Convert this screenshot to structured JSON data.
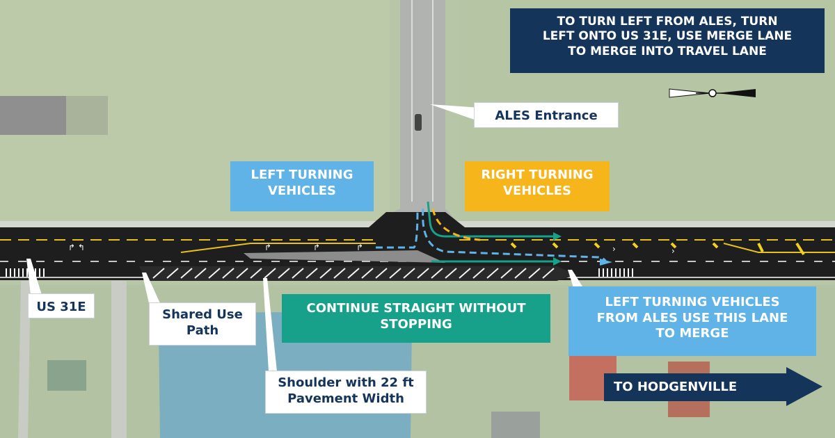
{
  "colors": {
    "navy": "#14345a",
    "sky_blue": "#5fb3e6",
    "amber": "#f5b51b",
    "teal": "#17a08a",
    "asphalt": "#1e1e1e",
    "grass": "#b9c7a8"
  },
  "callouts": {
    "turn_left_instruction": {
      "lines": [
        "TO TURN LEFT FROM ALES, TURN",
        "LEFT ONTO US 31E, USE MERGE LANE",
        "TO MERGE INTO TRAVEL LANE"
      ]
    },
    "ales_entrance": {
      "text": "ALES Entrance"
    },
    "left_turning": {
      "lines": [
        "LEFT TURNING",
        "VEHICLES"
      ]
    },
    "right_turning": {
      "lines": [
        "RIGHT TURNING",
        "VEHICLES"
      ]
    },
    "road_name": {
      "text": "US 31E"
    },
    "shared_use_path": {
      "lines": [
        "Shared Use",
        "Path"
      ]
    },
    "continue_straight": {
      "lines": [
        "CONTINUE STRAIGHT WITHOUT",
        "STOPPING"
      ]
    },
    "merge_lane": {
      "lines": [
        "LEFT TURNING VEHICLES",
        "FROM ALES USE THIS LANE",
        "TO MERGE"
      ]
    },
    "shoulder": {
      "lines": [
        "Shoulder with 22 ft",
        "Pavement Width"
      ]
    },
    "hodgenville": {
      "text": "TO HODGENVILLE"
    }
  },
  "icons": {
    "north_arrow": "north-arrow-icon",
    "direction_arrow": "right-arrow-icon"
  }
}
